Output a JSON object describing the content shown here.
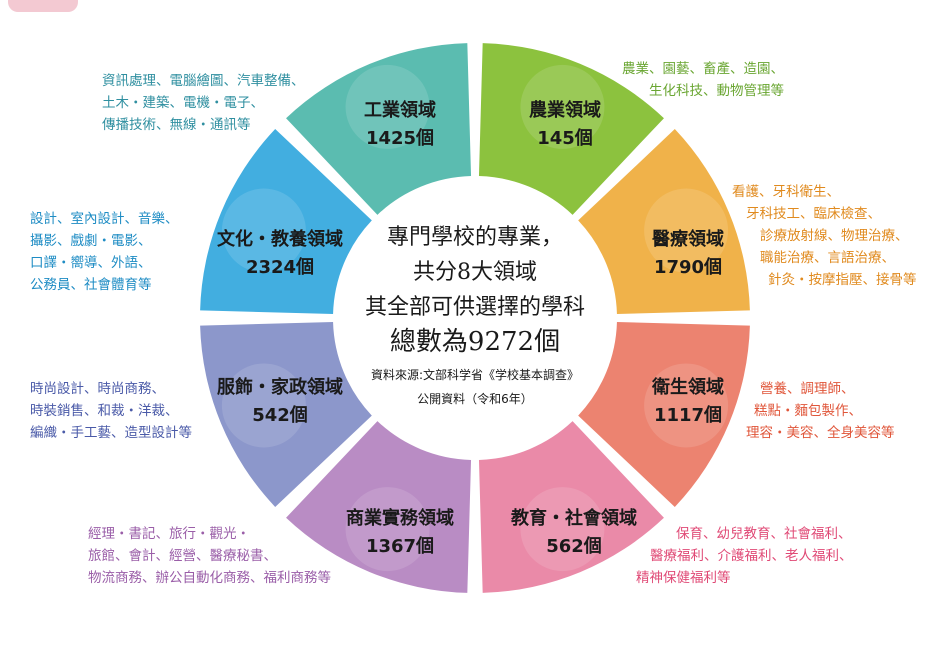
{
  "center": {
    "line1": "專門學校的專業，",
    "line2": "共分8大領域",
    "line3": "其全部可供選擇的學科",
    "line4": "總數為9272個",
    "source1": "資料來源:文部科学省《学校基本調查》",
    "source2": "公開資料（令和6年）"
  },
  "segments": [
    {
      "name": "工業領域",
      "count": "1425個",
      "color": "#5bbcb0",
      "desc": [
        "資訊處理、電腦繪圖、汽車整備、",
        "土木・建築、電機・電子、",
        "傳播技術、無線・通訊等"
      ],
      "desc_color": "#2f8fa0"
    },
    {
      "name": "農業領域",
      "count": "145個",
      "color": "#8cc23e",
      "desc": [
        "農業、園藝、畜產、造園、",
        "生化科技、動物管理等"
      ],
      "desc_color": "#6aa632"
    },
    {
      "name": "醫療領域",
      "count": "1790個",
      "color": "#f0b24a",
      "desc": [
        "看護、牙科衛生、",
        "牙科技工、臨床檢查、",
        "診療放射線、物理治療、",
        "職能治療、言語治療、",
        "針灸・按摩指壓、接骨等"
      ],
      "desc_color": "#e08a1e"
    },
    {
      "name": "衛生領域",
      "count": "1117個",
      "color": "#ec8370",
      "desc": [
        "營養、調理師、",
        "糕點・麵包製作、",
        "理容・美容、全身美容等"
      ],
      "desc_color": "#e0563a"
    },
    {
      "name": "教育・社會領域",
      "count": "562個",
      "color": "#ea8aa8",
      "desc": [
        "保育、幼兒教育、社會福利、",
        "醫療福利、介護福利、老人福利、",
        "精神保健福利等"
      ],
      "desc_color": "#e04a76"
    },
    {
      "name": "商業實務領域",
      "count": "1367個",
      "color": "#b98cc4",
      "desc": [
        "經理・書記、旅行・觀光・",
        "旅館、會計、經營、醫療秘書、",
        "物流商務、辦公自動化商務、福利商務等"
      ],
      "desc_color": "#9a5ea8"
    },
    {
      "name": "服飾・家政領域",
      "count": "542個",
      "color": "#8c97cb",
      "desc": [
        "時尚設計、時尚商務、",
        "時裝銷售、和裁・洋裁、",
        "編織・手工藝、造型設計等"
      ],
      "desc_color": "#4a5aa8"
    },
    {
      "name": "文化・教養領域",
      "count": "2324個",
      "color": "#42aee0",
      "desc": [
        "設計、室內設計、音樂、",
        "攝影、戲劇・電影、",
        "口譯・嚮導、外語、",
        "公務員、社會體育等"
      ],
      "desc_color": "#1e8cc4"
    }
  ]
}
